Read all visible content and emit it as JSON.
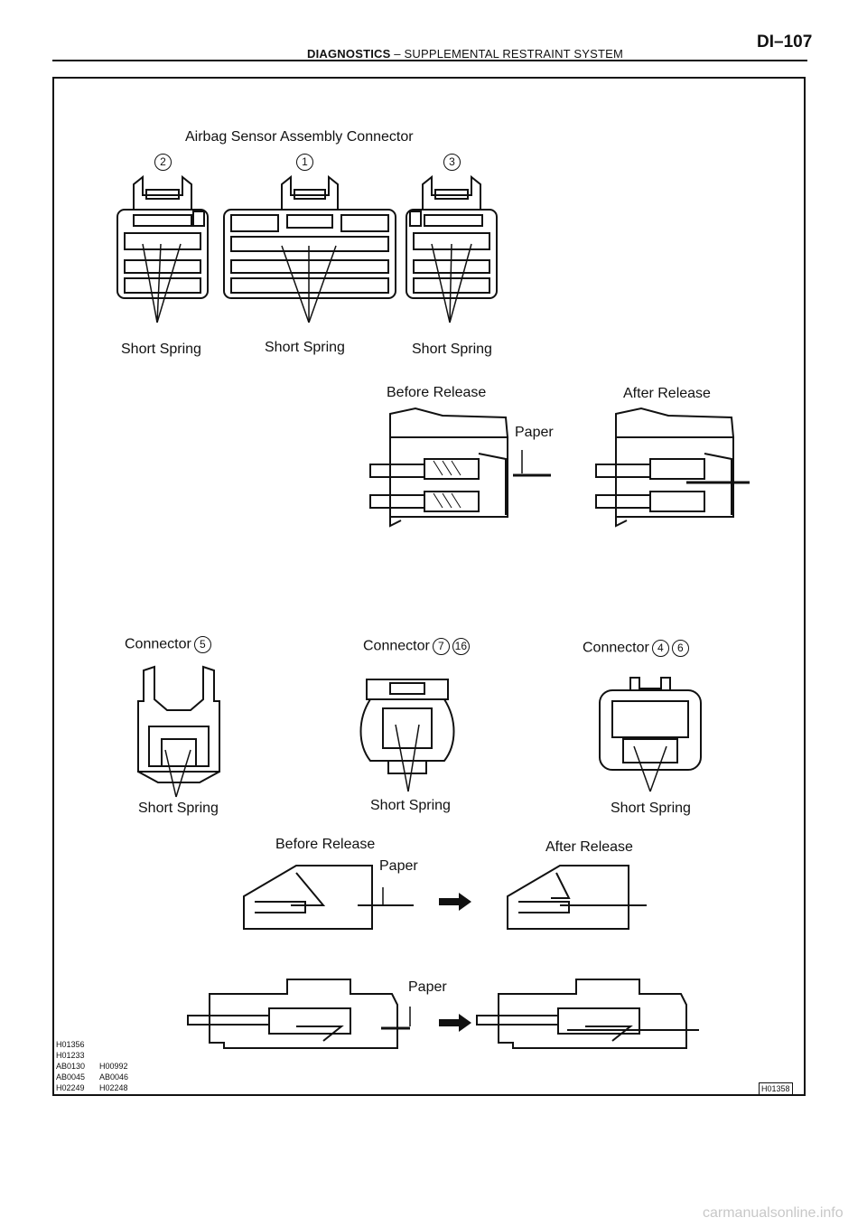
{
  "header": {
    "section": "DIAGNOSTICS",
    "dash": "–",
    "subsection": "SUPPLEMENTAL RESTRAINT SYSTEM",
    "page": "DI–107"
  },
  "airbag": {
    "title": "Airbag Sensor Assembly Connector",
    "connectors": [
      {
        "num": "2",
        "spring": "Short Spring"
      },
      {
        "num": "1",
        "spring": "Short Spring"
      },
      {
        "num": "3",
        "spring": "Short Spring"
      }
    ]
  },
  "release1": {
    "before": "Before Release",
    "after": "After Release",
    "paper": "Paper"
  },
  "connectors_row": {
    "c5": {
      "label": "Connector",
      "nums": [
        "5"
      ],
      "spring": "Short Spring"
    },
    "c716": {
      "label": "Connector",
      "nums": [
        "7",
        "16"
      ],
      "spring": "Short Spring"
    },
    "c46": {
      "label": "Connector",
      "nums": [
        "4",
        "6"
      ],
      "spring": "Short Spring"
    }
  },
  "release2": {
    "before": "Before Release",
    "after": "After Release",
    "paper": "Paper"
  },
  "release3": {
    "paper": "Paper"
  },
  "refs_left": [
    "H01356",
    "H01233",
    "AB0130",
    "AB0045",
    "H02249"
  ],
  "refs_right": [
    "H00992",
    "AB0046",
    "H02248"
  ],
  "ref_corner": "H01358",
  "watermark": "carmanualsonline.info"
}
